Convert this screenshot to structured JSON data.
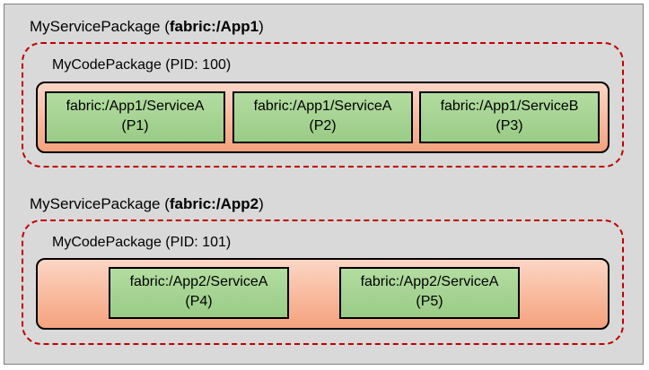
{
  "packages": [
    {
      "title_prefix": "MyServicePackage (",
      "title_app": "fabric:/App1",
      "title_suffix": ")",
      "code_package": "MyCodePackage (PID: 100)",
      "services": [
        {
          "name": "fabric:/App1/ServiceA",
          "partition": "(P1)"
        },
        {
          "name": "fabric:/App1/ServiceA",
          "partition": "(P2)"
        },
        {
          "name": "fabric:/App1/ServiceB",
          "partition": "(P3)"
        }
      ]
    },
    {
      "title_prefix": "MyServicePackage (",
      "title_app": "fabric:/App2",
      "title_suffix": ")",
      "code_package": "MyCodePackage (PID: 101)",
      "services": [
        {
          "name": "fabric:/App2/ServiceA",
          "partition": "(P4)"
        },
        {
          "name": "fabric:/App2/ServiceA",
          "partition": "(P5)"
        }
      ]
    }
  ]
}
